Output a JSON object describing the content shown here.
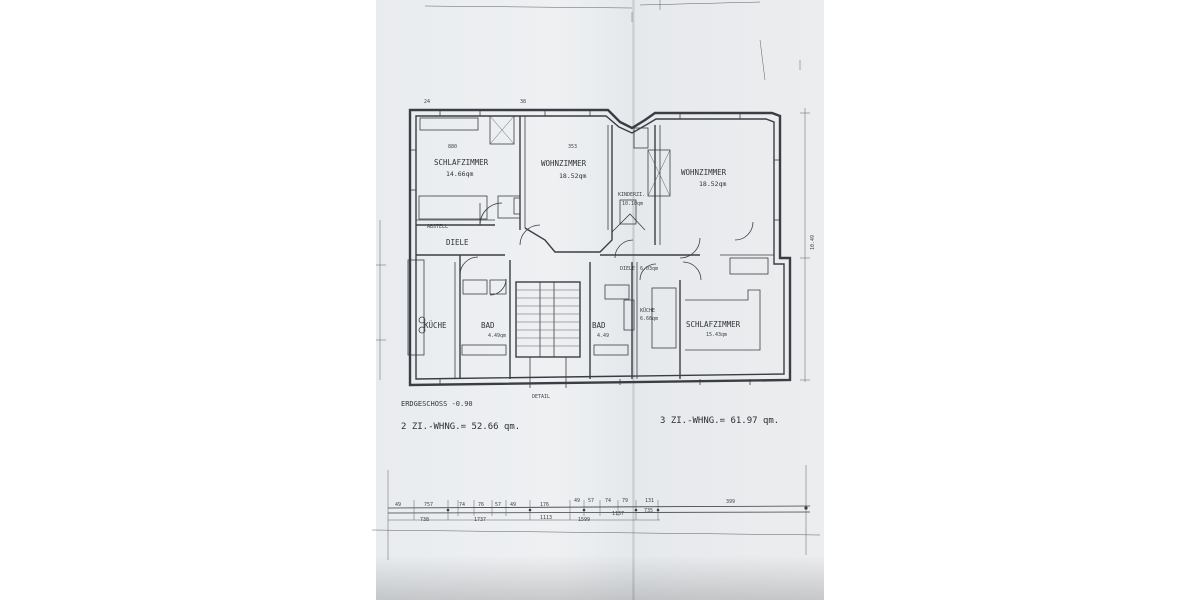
{
  "plan": {
    "floor_label": "ERDGESCHOSS -0.90",
    "detail_label": "DETAIL",
    "unit_left": "2 ZI.-WHNG.= 52.66 qm.",
    "unit_right": "3 ZI.-WHNG.= 61.97 qm.",
    "rooms_left": [
      {
        "name": "SCHLAFZIMMER",
        "area": "14.66qm"
      },
      {
        "name": "WOHNZIMMER",
        "area": "18.52qm"
      },
      {
        "name": "ABSTELL",
        "area": ""
      },
      {
        "name": "DIELE",
        "area": ""
      },
      {
        "name": "KÜCHE",
        "area": ""
      },
      {
        "name": "BAD",
        "area": "4.49qm"
      }
    ],
    "rooms_right": [
      {
        "name": "KINDERZI.",
        "area": "10.10qm"
      },
      {
        "name": "WOHNZIMMER",
        "area": "18.52qm"
      },
      {
        "name": "DIELE",
        "area": "6.03qm"
      },
      {
        "name": "BAD",
        "area": "4.49"
      },
      {
        "name": "KÜCHE",
        "area": "6.66qm"
      },
      {
        "name": "SCHLAFZIMMER",
        "area": "15.43qm"
      }
    ],
    "right_total_dim": "10.49",
    "dims_top": [
      "880",
      "353",
      "24",
      "38"
    ],
    "dims_bottom": [
      "49",
      "757",
      "74",
      "76",
      "57",
      "49",
      "176",
      "49",
      "57",
      "74",
      "79",
      "131",
      "399"
    ],
    "dims_bottom_sub": [
      "738",
      "1737",
      "1113",
      "1599",
      "1137",
      "735"
    ]
  }
}
